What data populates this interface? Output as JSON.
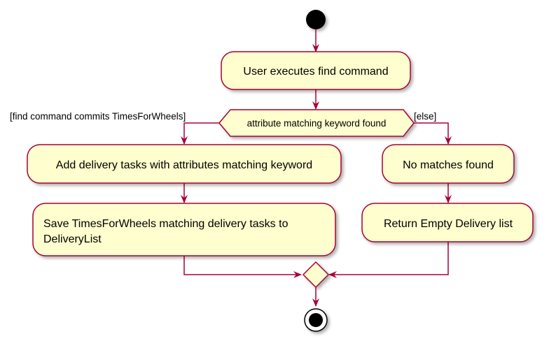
{
  "colors": {
    "node_fill": "#FEFECE",
    "node_stroke": "#A80036",
    "edge": "#A80036",
    "start_fill": "#000000"
  },
  "diagram": {
    "nodes": {
      "user_executes": "User executes find command",
      "decision": "attribute matching keyword found",
      "add_tasks": "Add delivery tasks with attributes matching keyword",
      "save_line1": "Save TimesForWheels matching delivery tasks to",
      "save_line2": "DeliveryList",
      "no_matches": "No matches found",
      "return_empty": "Return Empty Delivery list"
    },
    "guards": {
      "left": "[find command commits TimesForWheels]",
      "right": "[else]"
    }
  }
}
